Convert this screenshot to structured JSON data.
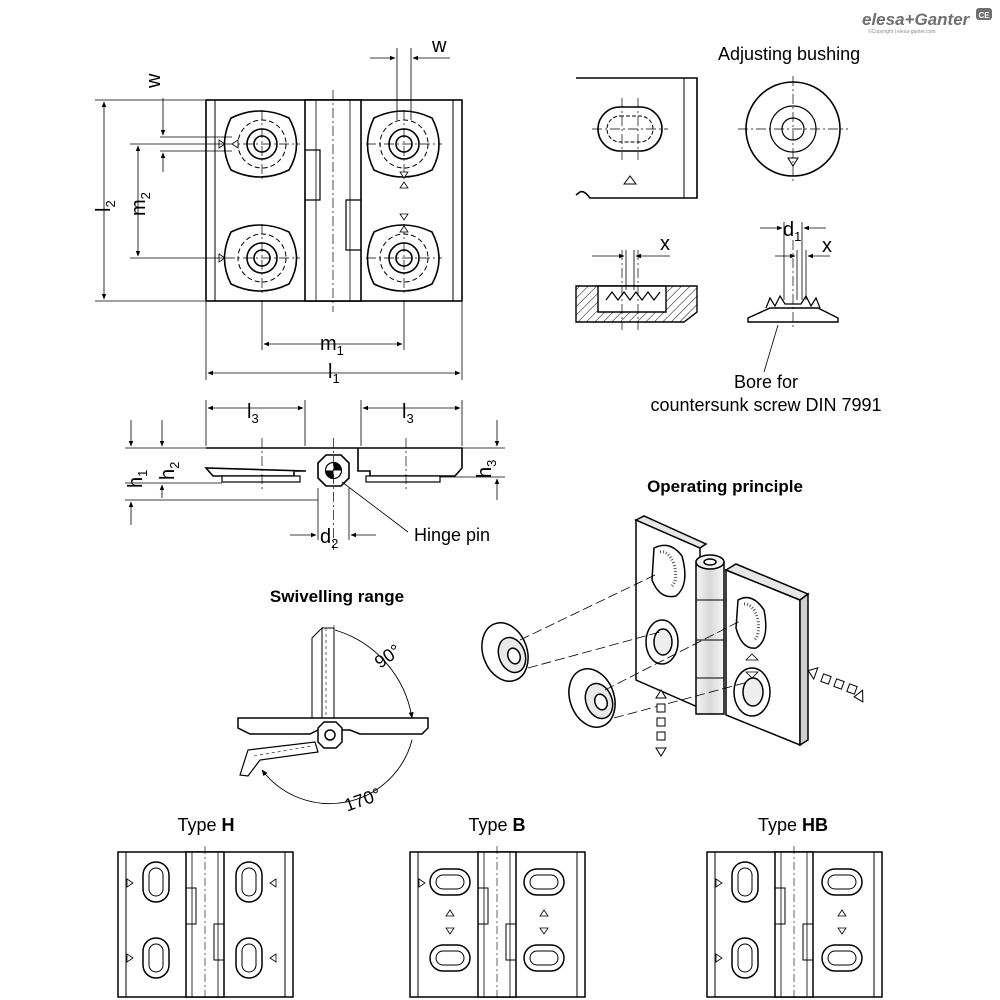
{
  "brand": {
    "name": "elesa+Ganter",
    "copyright": "©Copyright | elesa-ganter.com",
    "badge": "CE"
  },
  "dims": {
    "w_top": "w",
    "w_left": "w",
    "l2": "l",
    "l2_sub": "2",
    "m2": "m",
    "m2_sub": "2",
    "m1": "m",
    "m1_sub": "1",
    "l1": "l",
    "l1_sub": "1",
    "l3a": "l",
    "l3a_sub": "3",
    "l3b": "l",
    "l3b_sub": "3",
    "h1": "h",
    "h1_sub": "1",
    "h2": "h",
    "h2_sub": "2",
    "h3": "h",
    "h3_sub": "3",
    "d2": "d",
    "d2_sub": "2",
    "d1": "d",
    "d1_sub": "1",
    "x1": "x",
    "x2": "x",
    "hinge_pin": "Hinge pin"
  },
  "sections": {
    "adjusting_bushing": "Adjusting bushing",
    "bore_line1": "Bore for",
    "bore_line2": "countersunk screw DIN 7991",
    "operating_principle": "Operating principle",
    "swivelling_range": "Swivelling range",
    "angle_90": "90°",
    "angle_170": "170°"
  },
  "types": [
    {
      "prefix": "Type ",
      "code": "H"
    },
    {
      "prefix": "Type ",
      "code": "B"
    },
    {
      "prefix": "Type ",
      "code": "HB"
    }
  ]
}
